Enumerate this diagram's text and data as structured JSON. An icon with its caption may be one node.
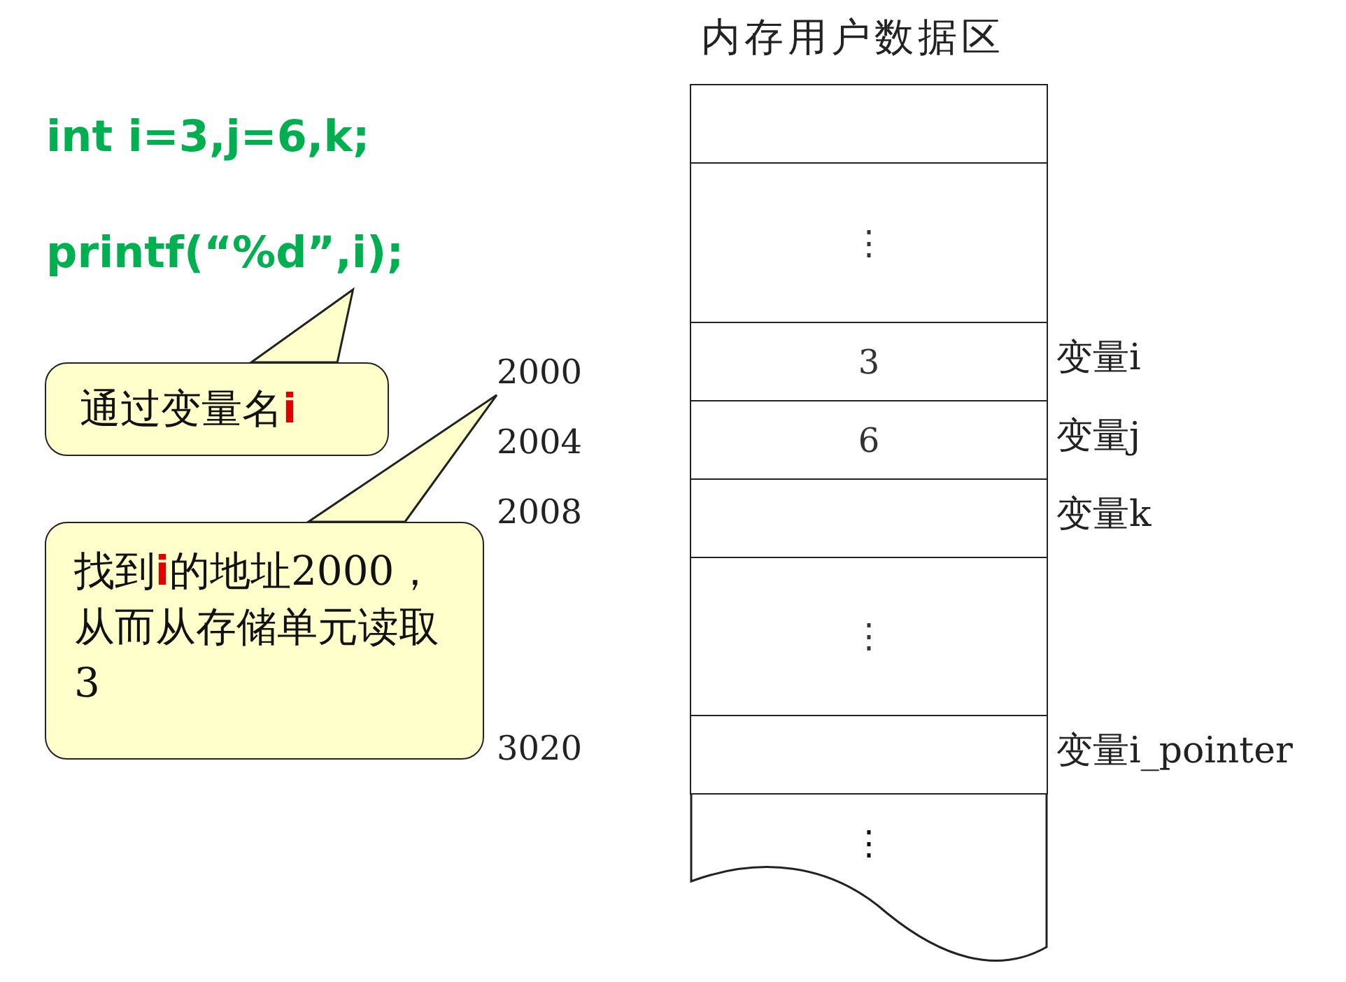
{
  "diagram": {
    "nodes": [
      {
        "text": [
          "内存用户数据区"
        ]
      },
      {
        "text": [],
        "shape": "box",
        "in": 0
      },
      {
        "text": [
          "⋮"
        ],
        "in": 0
      },
      {
        "text": [
          "3"
        ],
        "in": 0,
        "beside": [
          "变量i"
        ]
      },
      {
        "text": [
          "6"
        ],
        "in": 0,
        "beside": [
          "变量j"
        ]
      },
      {
        "text": [],
        "shape": "box",
        "in": 0,
        "beside": [
          "变量k"
        ]
      },
      {
        "text": [
          "⋮"
        ],
        "in": 0
      },
      {
        "text": [],
        "shape": "box",
        "in": 0,
        "beside": [
          "变量i_pointer"
        ]
      },
      {
        "text": [
          "⋮"
        ],
        "in": 0
      },
      {
        "text": [
          "printf(“%d”,i);"
        ]
      },
      {
        "text": [
          "通过变量名**i**"
        ]
      },
      {
        "text": [
          "2000"
        ]
      },
      {
        "text": [
          "2004"
        ]
      },
      {
        "text": [
          "2008"
        ]
      },
      {
        "text": [
          "3020"
        ]
      },
      {
        "text": [
          "找到**i**的地址2000，从而从存储单元读取3"
        ]
      }
    ],
    "edges": [
      {
        "from": 10,
        "to": 9,
        "arrow": "none"
      },
      {
        "from": 15,
        "to": 11,
        "arrow": "none"
      }
    ],
    "labels": [
      "int i=3,j=6,k;"
    ]
  }
}
